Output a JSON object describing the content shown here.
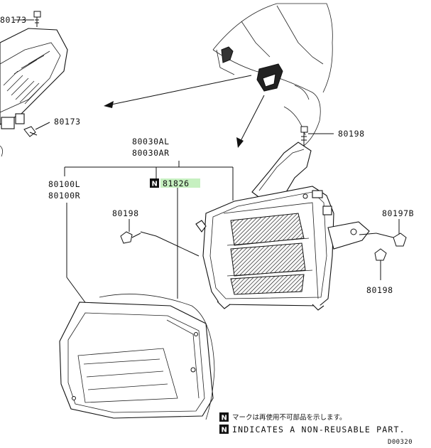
{
  "callouts": {
    "p80173_top": "80173",
    "p80173": "80173",
    "p80198_top": "80198",
    "assy_l": "80030AL",
    "assy_r": "80030AR",
    "lens_l": "80100L",
    "lens_r": "80100R",
    "gasket": "81826",
    "p80198_left": "80198",
    "p80197": "80197B",
    "p80198_right": "80198"
  },
  "colors": {
    "highlight": "#c6f0c0",
    "badge": "#111111"
  },
  "badge_glyph": "N",
  "legend": {
    "jp": "マークは再使用不可部品を示します。",
    "en": "INDICATES A NON-REUSABLE PART."
  },
  "diagram_code": "D00320"
}
